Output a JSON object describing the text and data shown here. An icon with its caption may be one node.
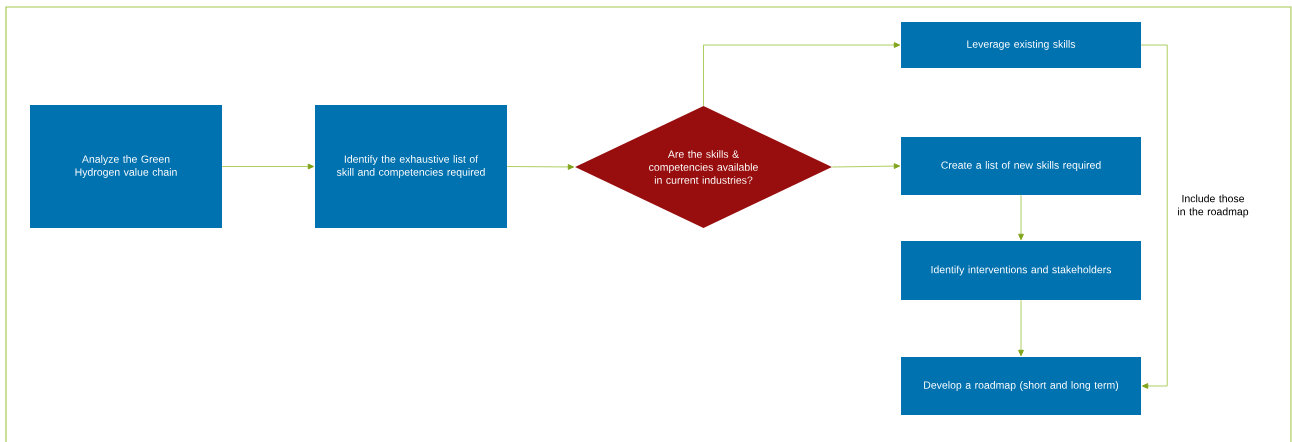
{
  "diagram": {
    "nodes": [
      {
        "text": [
          "Analyze the Green Hydrogen value chain"
        ]
      },
      {
        "text": [
          "Identify the exhaustive list of skill and competencies required"
        ]
      },
      {
        "text": [
          "Are the skills & competencies available in current industries?"
        ]
      },
      {
        "text": [
          "Leverage existing skills"
        ]
      },
      {
        "text": [
          "Create a list of new skills required"
        ]
      },
      {
        "text": [
          "Identify interventions and stakeholders"
        ]
      },
      {
        "text": [
          "Develop a roadmap (short and long term)"
        ]
      }
    ],
    "edges": [
      {
        "from": 0,
        "to": 1,
        "arrow": "to"
      },
      {
        "from": 1,
        "to": 2,
        "arrow": "to"
      },
      {
        "from": 2,
        "to": 3,
        "arrow": "to"
      },
      {
        "from": 2,
        "to": 4,
        "arrow": "to"
      },
      {
        "from": 4,
        "to": 5,
        "arrow": "to"
      },
      {
        "from": 5,
        "to": 6,
        "arrow": "to"
      },
      {
        "from": 3,
        "to": 6,
        "arrow": "to",
        "label": "Include those in the roadmap"
      }
    ]
  }
}
